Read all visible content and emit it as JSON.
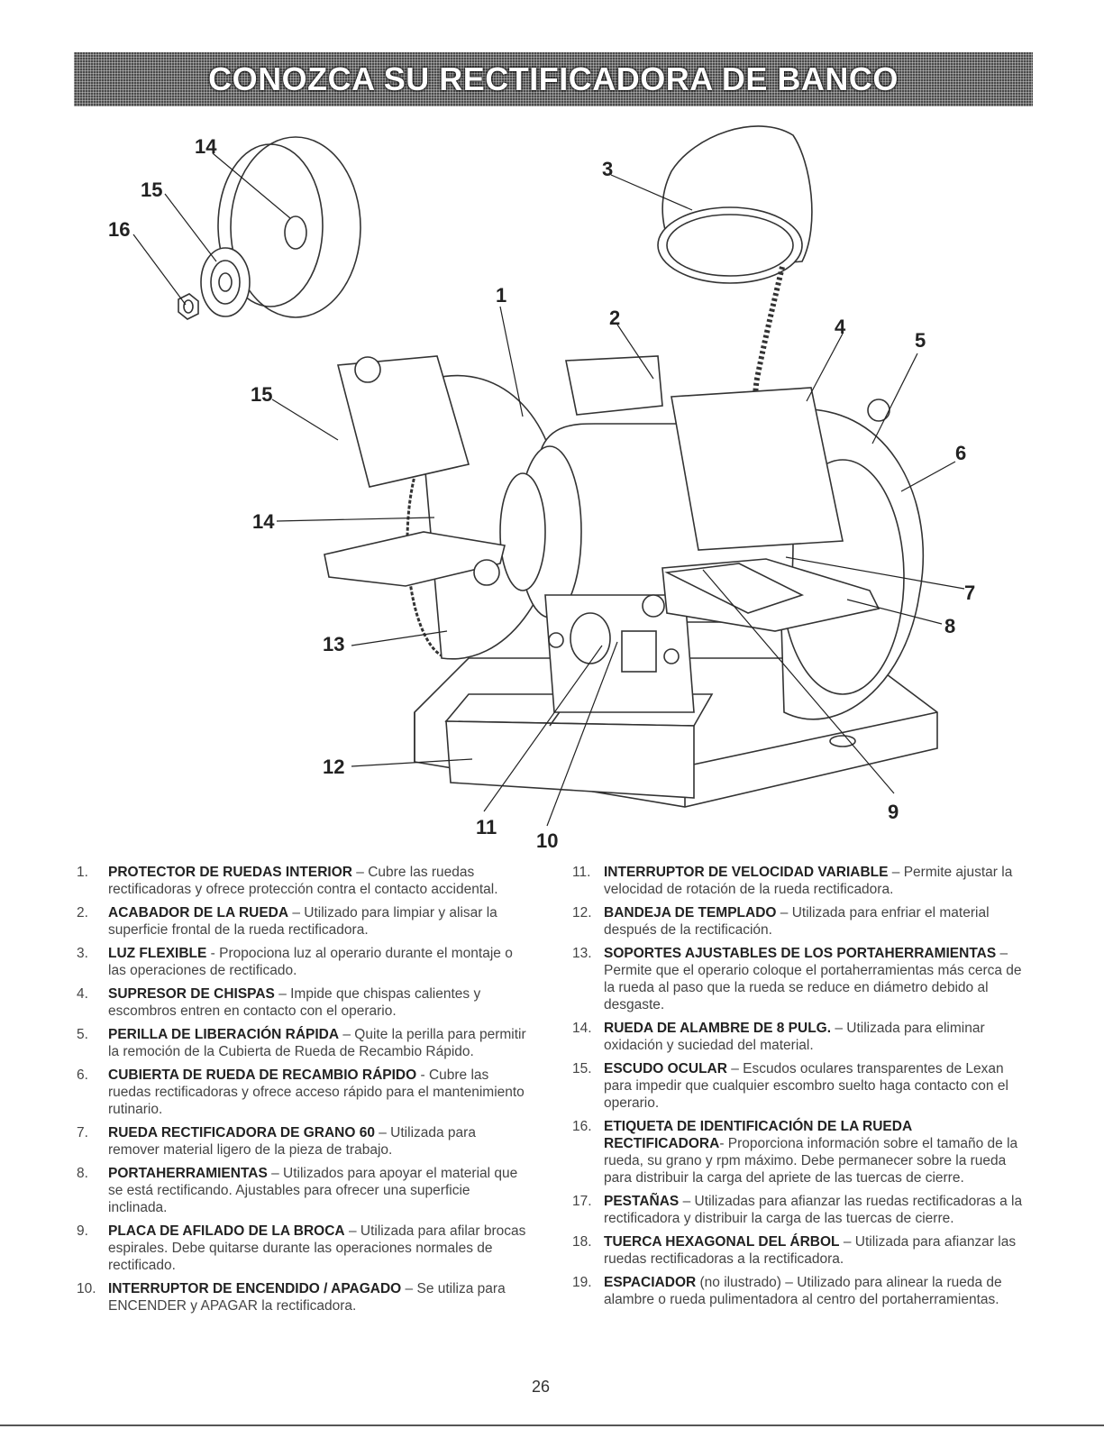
{
  "banner": {
    "title": "CONOZCA SU RECTIFICADORA DE BANCO"
  },
  "callouts": [
    "14",
    "15",
    "16",
    "3",
    "1",
    "2",
    "4",
    "5",
    "6",
    "15",
    "14",
    "7",
    "8",
    "13",
    "12",
    "11",
    "10",
    "9"
  ],
  "items_left": [
    {
      "num": "1.",
      "title": "PROTECTOR DE RUEDAS INTERIOR",
      "text": " – Cubre las ruedas rectificadoras  y ofrece protección contra el contacto accidental."
    },
    {
      "num": "2.",
      "title": "ACABADOR DE LA RUEDA",
      "text": " – Utilizado para limpiar y alisar la superficie frontal de la rueda rectificadora."
    },
    {
      "num": "3.",
      "title": "LUZ FLEXIBLE",
      "text": " - Propociona luz al operario durante el montaje o las operaciones de rectificado."
    },
    {
      "num": "4.",
      "title": "SUPRESOR DE CHISPAS",
      "text": " – Impide que chispas calientes y escombros entren en contacto con el operario."
    },
    {
      "num": "5.",
      "title": "PERILLA DE LIBERACIÓN RÁPIDA",
      "text": " – Quite la perilla para permitir la remoción de la Cubierta de Rueda de Recambio Rápido."
    },
    {
      "num": "6.",
      "title": "CUBIERTA DE RUEDA DE RECAMBIO RÁPIDO",
      "text": " - Cubre las ruedas rectificadoras y ofrece acceso rápido para el mantenimiento rutinario."
    },
    {
      "num": "7.",
      "title": "RUEDA RECTIFICADORA DE GRANO 60",
      "text": " – Utilizada para remover material ligero de la pieza de trabajo."
    },
    {
      "num": "8.",
      "title": "PORTAHERRAMIENTAS",
      "text": " – Utilizados para apoyar el material que se está rectificando. Ajustables para ofrecer una superficie inclinada."
    },
    {
      "num": "9.",
      "title": "PLACA DE AFILADO DE LA BROCA",
      "text": " – Utilizada para afilar brocas espirales. Debe quitarse durante las operaciones normales de rectificado."
    },
    {
      "num": "10.",
      "title": "INTERRUPTOR DE ENCENDIDO / APAGADO",
      "text": " – Se utiliza para ENCENDER y APAGAR la rectificadora."
    }
  ],
  "items_right": [
    {
      "num": "11.",
      "title": "INTERRUPTOR DE VELOCIDAD VARIABLE",
      "text": " – Permite ajustar la velocidad de rotación de la rueda rectificadora."
    },
    {
      "num": "12.",
      "title": "BANDEJA DE TEMPLADO",
      "text": " – Utilizada para enfriar el material después de la rectificación."
    },
    {
      "num": "13.",
      "title": "SOPORTES AJUSTABLES DE LOS PORTAHERRAMIENTAS",
      "text": " – Permite que el operario coloque el portaherramientas más cerca de la rueda al paso que la rueda se reduce en diámetro debido al desgaste."
    },
    {
      "num": "14.",
      "title": "RUEDA DE ALAMBRE DE 8 PULG.",
      "text": " – Utilizada para eliminar oxidación y suciedad del material."
    },
    {
      "num": "15.",
      "title": "ESCUDO OCULAR",
      "text": " – Escudos oculares transparentes de Lexan para impedir que cualquier escombro suelto haga contacto con el operario."
    },
    {
      "num": "16.",
      "title": "ETIQUETA DE IDENTIFICACIÓN DE LA RUEDA RECTIFICADORA",
      "text": "- Proporciona información sobre el tamaño de la rueda, su grano y rpm máximo. Debe permanecer sobre la rueda para distribuir la carga del apriete de las tuercas de cierre."
    },
    {
      "num": "17.",
      "title": "PESTAÑAS",
      "text": " – Utilizadas para afianzar las ruedas rectificadoras a la rectificadora y distribuir la carga de las tuercas de cierre."
    },
    {
      "num": "18.",
      "title": "TUERCA HEXAGONAL DEL ÁRBOL",
      "text": " – Utilizada para afianzar las ruedas rectificadoras a la rectificadora."
    },
    {
      "num": "19.",
      "title": "ESPACIADOR",
      "text": " (no ilustrado) – Utilizado para alinear la rueda de alambre o rueda pulimentadora al centro del portaherramientas."
    }
  ],
  "page_number": "26"
}
